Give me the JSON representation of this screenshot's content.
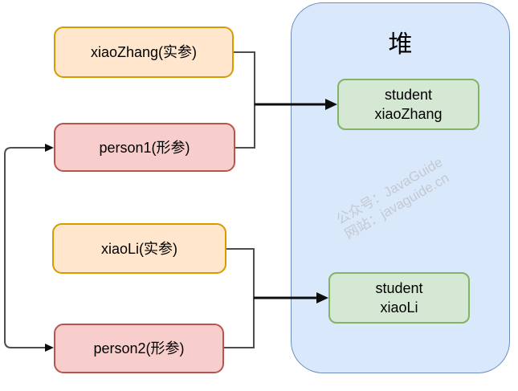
{
  "heap": {
    "title": "堆"
  },
  "stack_nodes": {
    "arg1": {
      "label": "xiaoZhang(实参)"
    },
    "param1": {
      "label": "person1(形参)"
    },
    "arg2": {
      "label": "xiaoLi(实参)"
    },
    "param2": {
      "label": "person2(形参)"
    }
  },
  "heap_nodes": {
    "obj1": {
      "line1": "student",
      "line2": "xiaoZhang"
    },
    "obj2": {
      "line1": "student",
      "line2": "xiaoLi"
    }
  },
  "watermark": {
    "line1": "公众号：JavaGuide",
    "line2": "网站：javaguide.cn"
  },
  "colors": {
    "argument_fill": "#FFE6CC",
    "argument_border": "#D79B00",
    "parameter_fill": "#F8CECC",
    "parameter_border": "#B85450",
    "heap_fill": "#DAE8FC",
    "heap_border": "#6C8EBF",
    "object_fill": "#D5E8D4",
    "object_border": "#82B366",
    "connector": "#4D4D4D",
    "arrow": "#0D0D0D",
    "watermark": "#C4C9D0"
  }
}
